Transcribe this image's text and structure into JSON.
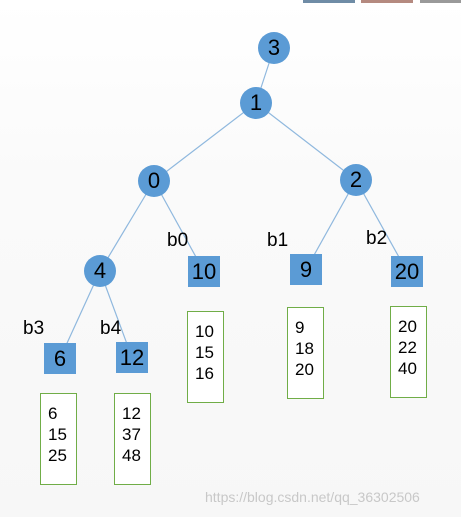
{
  "circle_nodes": [
    {
      "id": "n3",
      "label": "3"
    },
    {
      "id": "n1",
      "label": "1"
    },
    {
      "id": "n0",
      "label": "0"
    },
    {
      "id": "n2",
      "label": "2"
    },
    {
      "id": "n4",
      "label": "4"
    }
  ],
  "leaf_nodes": [
    {
      "id": "L10",
      "label": "10"
    },
    {
      "id": "L9",
      "label": "9"
    },
    {
      "id": "L20",
      "label": "20"
    },
    {
      "id": "L6",
      "label": "6"
    },
    {
      "id": "L12",
      "label": "12"
    }
  ],
  "branch_labels": [
    "b0",
    "b1",
    "b2",
    "b3",
    "b4"
  ],
  "buckets": [
    {
      "id": "B10",
      "values": [
        "10",
        "15",
        "16"
      ]
    },
    {
      "id": "B9",
      "values": [
        "9",
        "18",
        "20"
      ]
    },
    {
      "id": "B20",
      "values": [
        "20",
        "22",
        "40"
      ]
    },
    {
      "id": "B6",
      "values": [
        "6",
        "15",
        "25"
      ]
    },
    {
      "id": "B12",
      "values": [
        "12",
        "37",
        "48"
      ]
    }
  ],
  "edges": [
    [
      "n3",
      "n1"
    ],
    [
      "n1",
      "n0"
    ],
    [
      "n1",
      "n2"
    ],
    [
      "n0",
      "n4"
    ],
    [
      "n0",
      "L10"
    ],
    [
      "n2",
      "L9"
    ],
    [
      "n2",
      "L20"
    ],
    [
      "n4",
      "L6"
    ],
    [
      "n4",
      "L12"
    ]
  ],
  "colors": {
    "node_fill": "#5b9bd5",
    "edge": "#8fb8de",
    "bucket_border": "#70ad47"
  },
  "watermark": "https://blog.csdn.net/qq_36302506"
}
